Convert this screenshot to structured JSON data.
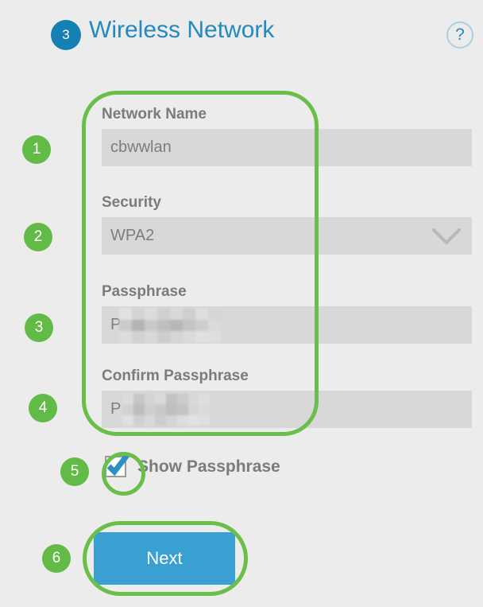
{
  "header": {
    "step_number": "3",
    "title": "Wireless Network",
    "help_glyph": "?",
    "step_badge_color": "#1580b4",
    "title_color": "#2389bf"
  },
  "form": {
    "fields": [
      {
        "label": "Network Name",
        "value": "cbwwlan",
        "type": "text",
        "redacted": false
      },
      {
        "label": "Security",
        "value": "WPA2",
        "type": "select",
        "redacted": false
      },
      {
        "label": "Passphrase",
        "value": "P",
        "type": "password",
        "redacted": true
      },
      {
        "label": "Confirm Passphrase",
        "value": "P",
        "type": "password",
        "redacted": true
      }
    ],
    "checkbox": {
      "label": "Show Passphrase",
      "checked": true
    },
    "next_button": {
      "label": "Next",
      "color": "#3a9fd1"
    }
  },
  "annotations": {
    "accent_color": "#62bb46",
    "outline_color": "#6abf4b",
    "badges": [
      {
        "number": "1",
        "target": "network-name-field"
      },
      {
        "number": "2",
        "target": "security-field"
      },
      {
        "number": "3",
        "target": "passphrase-field"
      },
      {
        "number": "4",
        "target": "confirm-passphrase-field"
      },
      {
        "number": "5",
        "target": "show-passphrase-checkbox"
      },
      {
        "number": "6",
        "target": "next-button"
      }
    ]
  }
}
